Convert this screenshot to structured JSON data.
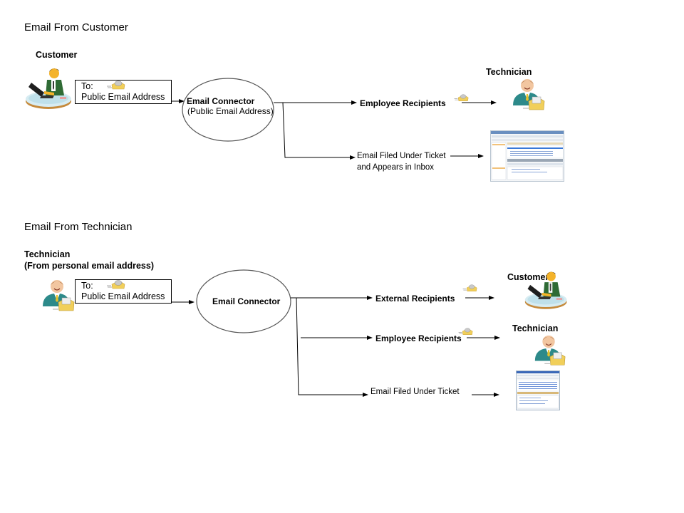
{
  "sections": [
    {
      "title": "Email From Customer",
      "sender": {
        "label": "Customer",
        "icon": "customer-at-laptop-icon"
      },
      "address_box": {
        "to_label": "To:",
        "address": "Public Email Address",
        "icon": "email-envelope-icon"
      },
      "connector": {
        "title": "Email Connector",
        "subtitle": "(Public Email Address)"
      },
      "branches": [
        {
          "label": "Employee Recipients",
          "target_label": "Technician",
          "target_icon": "technician-with-email-icon"
        },
        {
          "label_line1": "Email Filed Under Ticket",
          "label_line2": "and Appears in Inbox",
          "target_icon": "application-window-screenshot-icon"
        }
      ]
    },
    {
      "title": "Email From Technician",
      "sender": {
        "label_line1": "Technician",
        "label_line2": "(From personal email address)",
        "icon": "technician-with-email-icon"
      },
      "address_box": {
        "to_label": "To:",
        "address": "Public Email Address",
        "icon": "email-envelope-icon"
      },
      "connector": {
        "title": "Email Connector"
      },
      "branches": [
        {
          "label": "External Recipients",
          "target_label": "Customer",
          "target_icon": "customer-at-laptop-icon"
        },
        {
          "label": "Employee Recipients",
          "target_label": "Technician",
          "target_icon": "technician-with-email-icon"
        },
        {
          "label": "Email Filed Under Ticket",
          "target_icon": "application-window-screenshot-icon"
        }
      ]
    }
  ]
}
